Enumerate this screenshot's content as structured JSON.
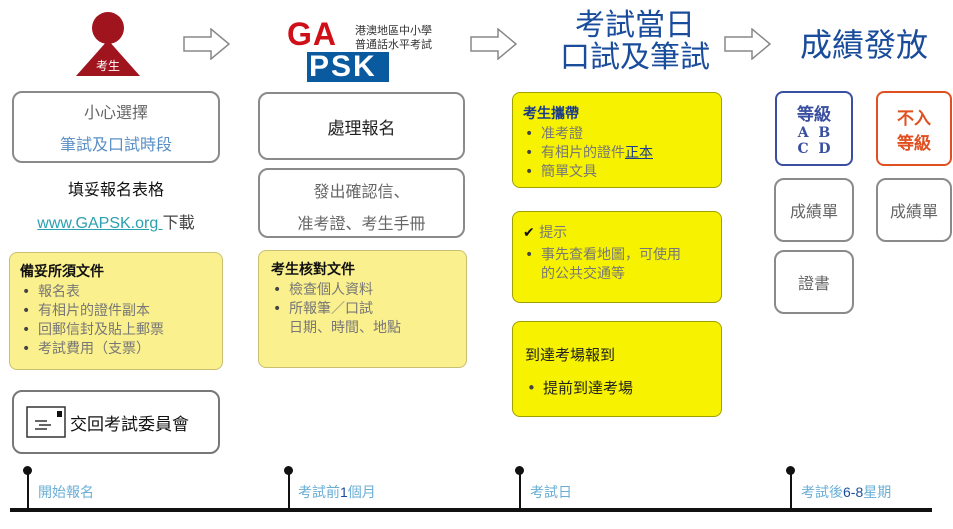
{
  "header": {
    "candidate_label": "考生",
    "logo": {
      "letters_top": "GA",
      "letters_bottom": "PSK",
      "line1": "港澳地區中小學",
      "line2": "普通話水平考試"
    },
    "exam_day": {
      "line1": "考試當日",
      "line2": "口試及筆試"
    },
    "results_title": "成績發放"
  },
  "col1": {
    "choose_line1": "小心選擇",
    "choose_line2": "筆試及口試時段",
    "fill_form": "填妥報名表格",
    "link": "www.GAPSK.org ",
    "download": "下載",
    "docs_title": "備妥所須文件",
    "docs_items": [
      "報名表",
      "有相片的證件副本",
      "回郵信封及貼上郵票",
      "考試費用（支票）"
    ],
    "submit": "交回考試委員會"
  },
  "col2": {
    "process": "處理報名",
    "confirm_line1": "發出確認信、",
    "confirm_line2": "准考證、考生手冊",
    "check_title": "考生核對文件",
    "check_items": [
      "檢查個人資料",
      "所報筆／口試"
    ],
    "check_sub": "日期、時間、地點"
  },
  "col3": {
    "bring_title": "考生攜帶",
    "bring_items": [
      "准考證",
      "有相片的證件",
      "簡單文具"
    ],
    "bring_orig": "正本",
    "tip_title": "提示",
    "tip_text1": "事先查看地圖，可使用",
    "tip_text2": "的公共交通等",
    "arrive_title": "到達考場報到",
    "arrive_item": "提前到達考場"
  },
  "col4": {
    "grade_title": "等級",
    "grade_line1": "A  B",
    "grade_line2": "C  D",
    "nograde_line1": "不入",
    "nograde_line2": "等級",
    "report1": "成績單",
    "report2": "成績單",
    "cert": "證書"
  },
  "timeline": {
    "t1": "開始報名",
    "t2a": "考試前",
    "t2b": "1",
    "t2c": "個月",
    "t3": "考試日",
    "t4a": "考試後",
    "t4b": "6-8",
    "t4c": "星期"
  },
  "colors": {
    "yellow": "#f6f200",
    "light_yellow": "#fbf08e",
    "grade_blue": "#3a4fa0",
    "nograde_red": "#e05020",
    "link_teal": "#2aa0b0"
  }
}
